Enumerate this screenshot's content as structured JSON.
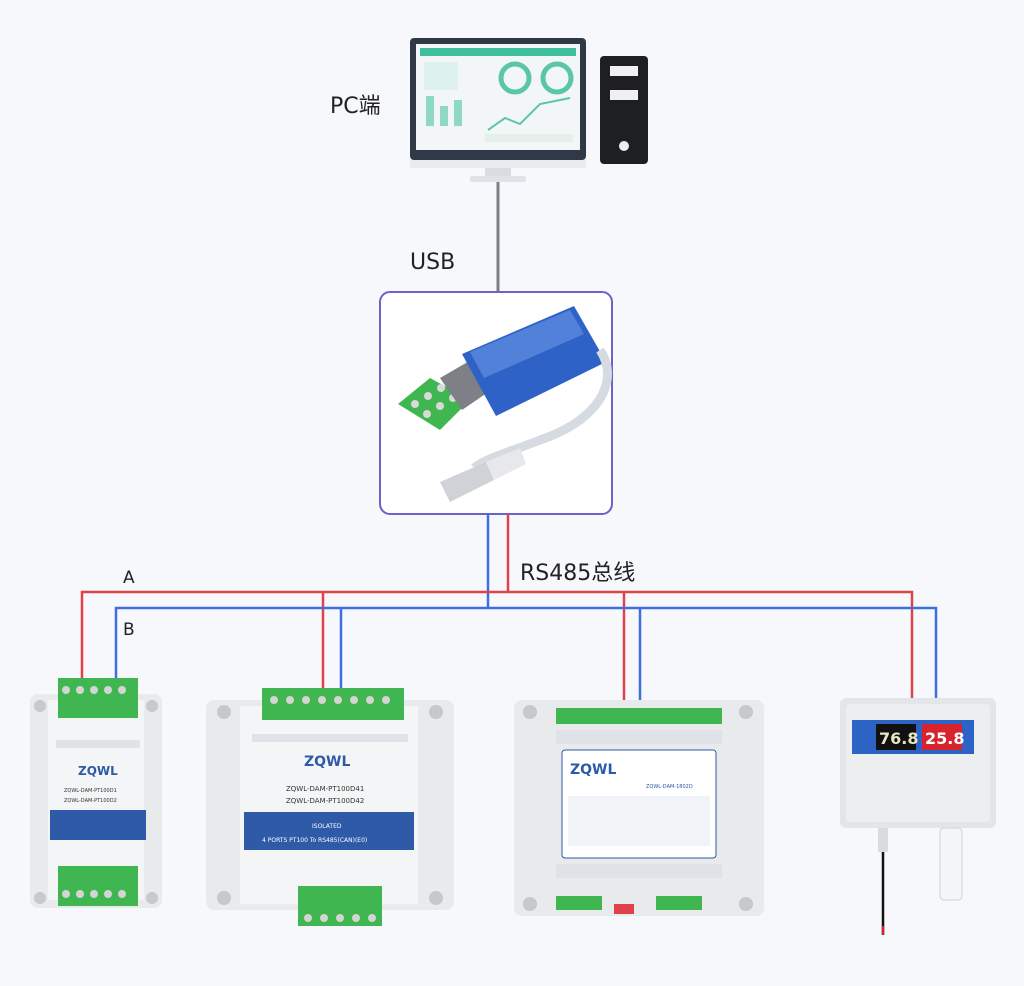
{
  "labels": {
    "pc": "PC端",
    "usb": "USB",
    "bus": "RS485总线",
    "line_a": "A",
    "line_b": "B"
  },
  "colors": {
    "line_a": "#e0424a",
    "line_b": "#3d6fe0",
    "converter_border": "#6b63c9",
    "terminal_green": "#3fb64f"
  },
  "devices": {
    "module1": {
      "brand": "ZQWL",
      "model1": "ZQWL-DAM-PT100D1",
      "model2": "ZQWL-DAM-PT100D2"
    },
    "module2": {
      "brand": "ZQWL",
      "model1": "ZQWL-DAM-PT100D41",
      "model2": "ZQWL-DAM-PT100D42",
      "banner1": "ISOLATED",
      "banner2": "4 PORTS PT100 To RS485(CAN)(E0)"
    },
    "module3": {
      "brand": "ZQWL",
      "model": "ZQWL-DAM-1802D"
    },
    "sensor": {
      "reading1": "76.8",
      "reading2": "25.8"
    }
  }
}
